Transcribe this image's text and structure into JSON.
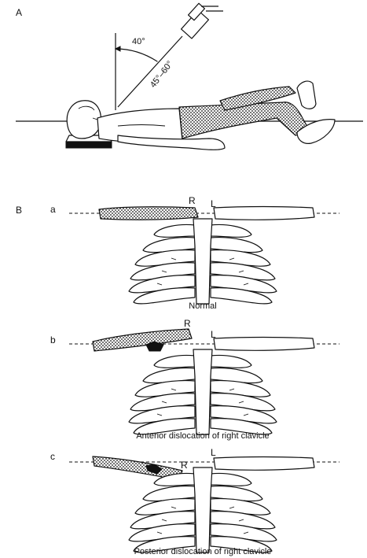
{
  "panel_a": {
    "label": "A",
    "angle_vertical": "40°",
    "angle_beam": "45°–60°"
  },
  "panel_b": {
    "label": "B",
    "diagrams": [
      {
        "sub_label": "a",
        "right_label": "R",
        "left_label": "L",
        "caption": "Normal"
      },
      {
        "sub_label": "b",
        "right_label": "R",
        "left_label": "L",
        "caption": "Anterior dislocation of right clavicle"
      },
      {
        "sub_label": "c",
        "right_label": "R",
        "left_label": "L",
        "caption": "Posterior dislocation of right clavicle"
      }
    ]
  }
}
